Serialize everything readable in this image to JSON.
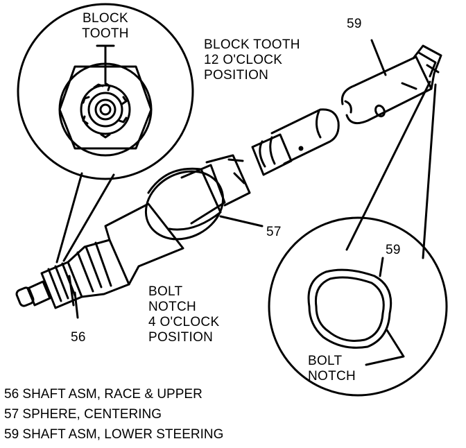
{
  "callouts": {
    "detail_top_title": [
      "BLOCK",
      "TOOTH"
    ],
    "block_tooth_note": [
      "BLOCK TOOTH",
      "12 O'CLOCK",
      "POSITION"
    ],
    "bolt_notch_note": [
      "BOLT",
      "NOTCH",
      "4 O'CLOCK",
      "POSITION"
    ],
    "detail_bottom_notch": [
      "BOLT",
      "NOTCH"
    ],
    "ref_59_top": "59",
    "ref_59_detail": "59",
    "ref_57": "57",
    "ref_56": "56"
  },
  "legend": [
    "56 SHAFT ASM, RACE & UPPER",
    "57 SPHERE, CENTERING",
    "59 SHAFT ASM, LOWER STEERING"
  ]
}
